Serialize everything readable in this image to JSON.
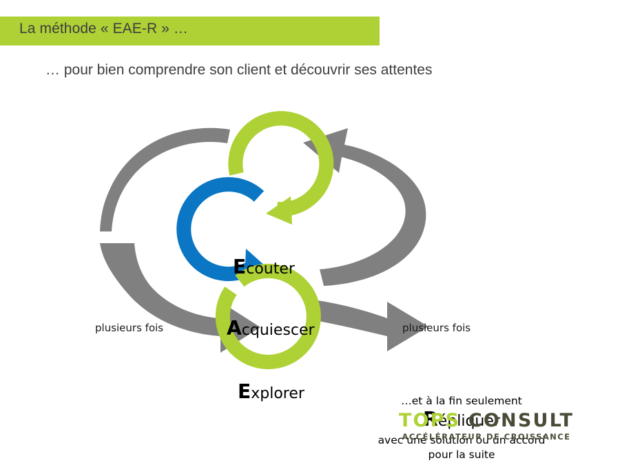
{
  "slide": {
    "title": "La méthode « EAE-R »  …",
    "subtitle": "… pour bien comprendre son client et découvrir ses attentes"
  },
  "colors": {
    "green": "#aed136",
    "blue": "#0a76c4",
    "gray": "#808080",
    "title_text": "#3d3d3d",
    "logo_dark": "#4a4a36"
  },
  "diagram": {
    "steps": [
      {
        "initial": "E",
        "rest": "couter",
        "color": "#aed136",
        "shape": "circular-arrow"
      },
      {
        "initial": "A",
        "rest": "cquiescer",
        "color": "#0a76c4",
        "shape": "circular-arrow"
      },
      {
        "initial": "E",
        "rest": "xplorer",
        "color": "#aed136",
        "shape": "open-ring"
      }
    ],
    "note_left": "plusieurs fois",
    "note_right": "plusieurs fois",
    "final": {
      "line1": "…et à la fin seulement",
      "initial": "R",
      "rest": "épliquer",
      "line3": "avec une solution ou un accord",
      "line4": "pour la suite"
    }
  },
  "logo": {
    "word1": "TOPS",
    "word2": "CONSULT",
    "tagline": "ACCÉLÉRATEUR DE CROISSANCE"
  }
}
